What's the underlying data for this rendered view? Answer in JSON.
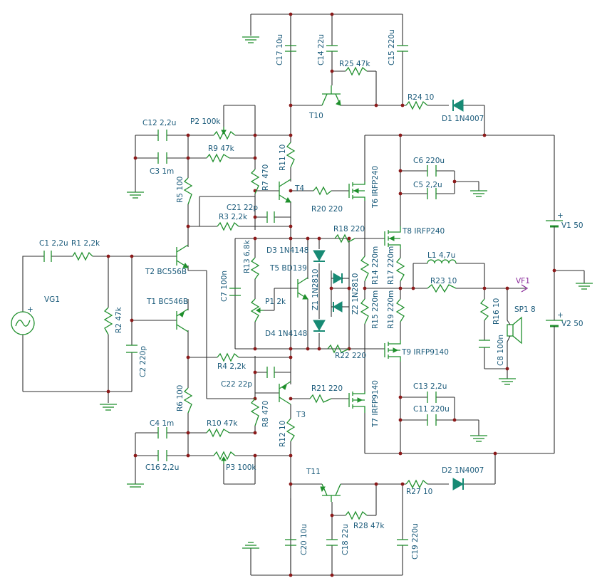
{
  "labels": {
    "c1": "C1 2,2u",
    "r1": "R1 2,2k",
    "vg1": "VG1",
    "r2": "R2 47k",
    "c2": "C2 220p",
    "t2": "T2 BC556B",
    "t1": "T1 BC546B",
    "r5": "R5 100",
    "r6": "R6 100",
    "c12": "C12 2,2u",
    "p2": "P2 100k",
    "c3": "C3 1m",
    "r9": "R9 47k",
    "c4": "C4 1m",
    "r10": "R10 47k",
    "c16": "C16 2,2u",
    "p3": "P3 100k",
    "r7": "R7 470",
    "r11": "R11 10",
    "t4": "T4",
    "c21": "C21 22p",
    "r3": "R3 2,2k",
    "c7": "C7 100n",
    "r13": "R13 6,8k",
    "p1": "P1 2k",
    "d3": "D3 1N4148",
    "t5": "T5 BD139",
    "z1": "Z1 1N2810",
    "d4": "D4 1N4148",
    "r4": "R4 2,2k",
    "c22": "C22 22p",
    "r8": "R8 470",
    "r12": "R12 10",
    "t3": "T3",
    "c17": "C17 10u",
    "c14": "C14 22u",
    "r25": "R25 47k",
    "c15": "C15 220u",
    "t10": "T10",
    "r24": "R24 10",
    "d1": "D1 1N4007",
    "t11": "T11",
    "r27": "R27 10",
    "d2": "D2 1N4007",
    "r28": "R28 47k",
    "c20": "C20 10u",
    "c18": "C18 22u",
    "c19": "C19 220u",
    "r20": "R20 220",
    "t6": "T6 IRFP240",
    "c6": "C6 220u",
    "c5": "C5 2,2u",
    "r18": "R18 220",
    "t8": "T8 IRFP240",
    "z2": "Z2 1N2810",
    "r14": "R14 220m",
    "r17": "R17 220m",
    "r15": "R15 220m",
    "r19": "R19 220m",
    "l1": "L1 4,7u",
    "r23": "R23 10",
    "vf1": "VF1",
    "r16": "R16 10",
    "c8": "C8 100n",
    "sp1": "SP1 8",
    "r22": "R22 220",
    "t9": "T9 IRFP9140",
    "r21": "R21 220",
    "t7": "T7 IRFP9140",
    "c13": "C13 2,2u",
    "c11": "C11 220u",
    "v1": "V1 50",
    "v2": "V2 50",
    "plus": "+"
  }
}
